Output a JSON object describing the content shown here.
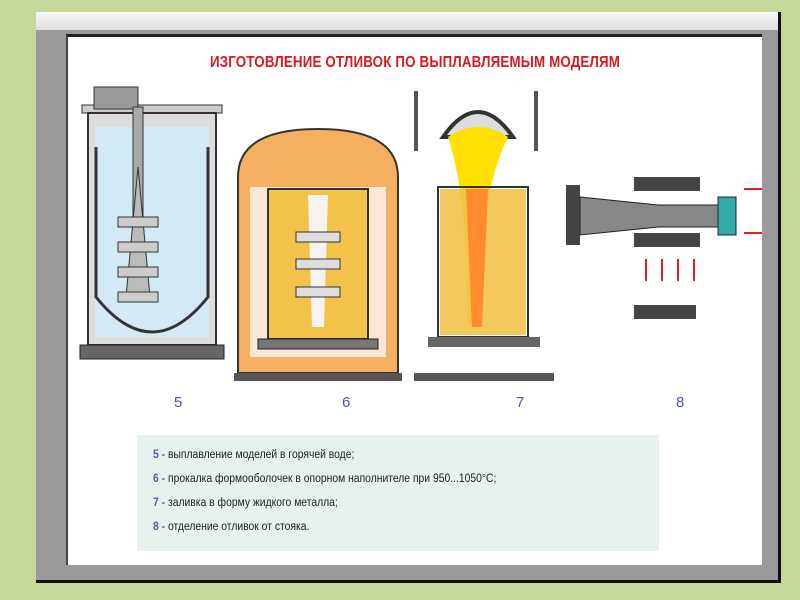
{
  "title": "ИЗГОТОВЛЕНИЕ ОТЛИВОК ПО ВЫПЛАВЛЯЕМЫМ МОДЕЛЯМ",
  "steps": [
    {
      "number": "5",
      "description": "выплавление моделей в горячей воде;"
    },
    {
      "number": "6",
      "description": "прокалка формооболочек в опорном наполнителе при 950...1050°C;"
    },
    {
      "number": "7",
      "description": "заливка в форму жидкого металла;"
    },
    {
      "number": "8",
      "description": "отделение отливок от стояка."
    }
  ],
  "separator": " - ",
  "colors": {
    "title": "#d8191e",
    "step_number": "#4a55a0",
    "filler": "#f2c24a",
    "metal": "#ffe000",
    "water": "#cfe8f0",
    "background": "#c5d79b"
  }
}
